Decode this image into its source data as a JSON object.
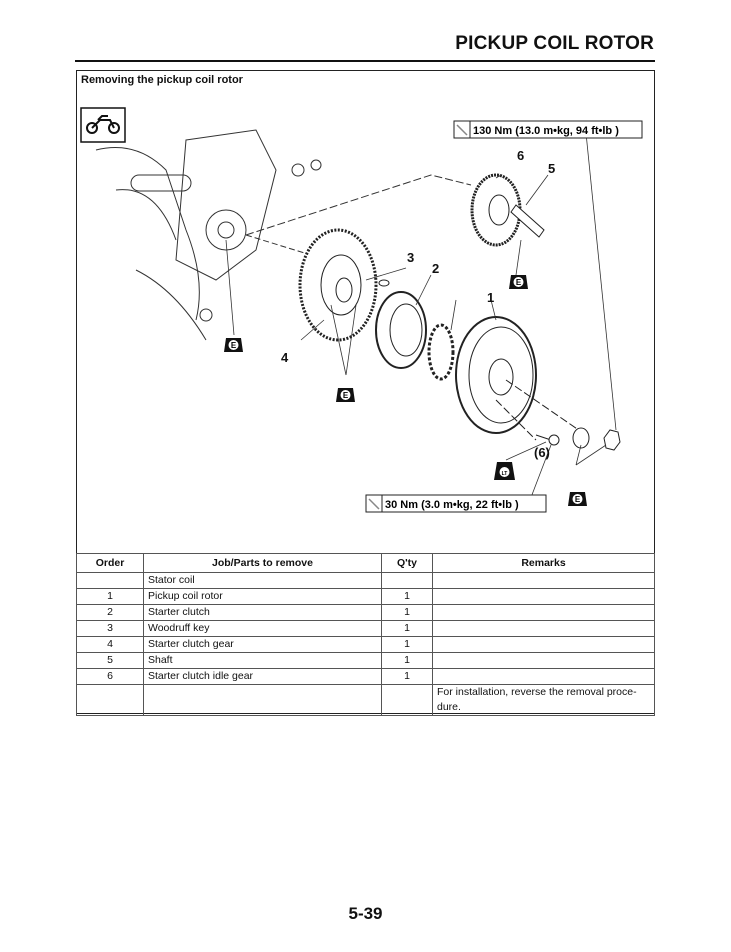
{
  "header": {
    "title": "PICKUP COIL ROTOR"
  },
  "section": {
    "subtitle": "Removing the pickup coil rotor"
  },
  "diagram": {
    "icon": "motorcycle-icon",
    "torque_top": "130 Nm (13.0 m•kg, 94 ft•lb )",
    "torque_bottom": "30 Nm (3.0 m•kg, 22 ft•lb )",
    "labels": [
      "1",
      "2",
      "3",
      "4",
      "5",
      "6",
      "(6)"
    ],
    "lube_badge": "E",
    "locktite_badge": "LT"
  },
  "table": {
    "headers": [
      "Order",
      "Job/Parts to remove",
      "Q'ty",
      "Remarks"
    ],
    "rows": [
      {
        "order": "",
        "part": "Stator coil",
        "qty": "",
        "remarks": ""
      },
      {
        "order": "1",
        "part": "Pickup coil rotor",
        "qty": "1",
        "remarks": ""
      },
      {
        "order": "2",
        "part": "Starter clutch",
        "qty": "1",
        "remarks": ""
      },
      {
        "order": "3",
        "part": "Woodruff key",
        "qty": "1",
        "remarks": ""
      },
      {
        "order": "4",
        "part": "Starter clutch gear",
        "qty": "1",
        "remarks": ""
      },
      {
        "order": "5",
        "part": "Shaft",
        "qty": "1",
        "remarks": ""
      },
      {
        "order": "6",
        "part": "Starter clutch idle gear",
        "qty": "1",
        "remarks": ""
      },
      {
        "order": "",
        "part": "",
        "qty": "",
        "remarks": "For installation, reverse the removal proce-dure."
      }
    ]
  },
  "footer": {
    "page_number": "5-39"
  }
}
